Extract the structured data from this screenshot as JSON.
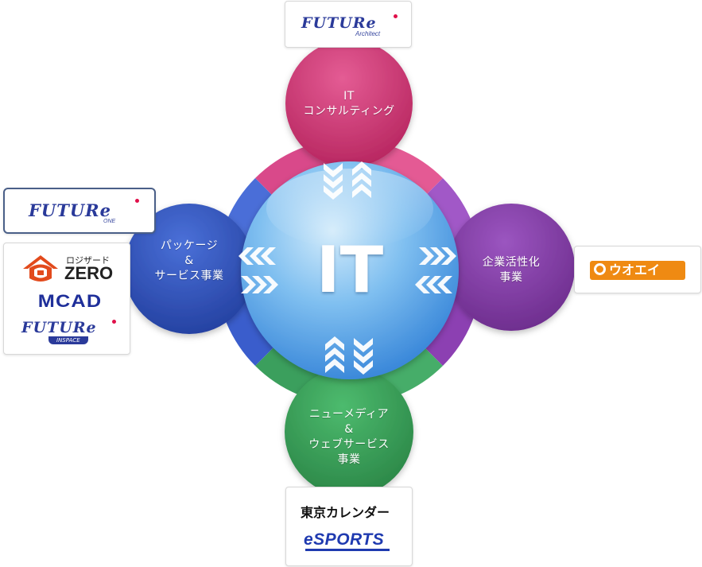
{
  "center": {
    "label": "IT"
  },
  "nodes": {
    "top": {
      "lines": [
        "IT",
        "コンサルティング"
      ],
      "color": "#d33a78"
    },
    "left": {
      "lines": [
        "パッケージ",
        "&",
        "サービス事業"
      ],
      "color": "#3556c6"
    },
    "right": {
      "lines": [
        "企業活性化",
        "事業"
      ],
      "color": "#8a3cad"
    },
    "bottom": {
      "lines": [
        "ニューメディア",
        "&",
        "ウェブサービス",
        "事業"
      ],
      "color": "#3aa85c"
    }
  },
  "logos": {
    "future_architect": {
      "name": "FUTURe",
      "sub": "Architect"
    },
    "future_one": {
      "name": "FUTURe",
      "sub": "ONE"
    },
    "logizard_zero": {
      "name_ja": "ロジザード",
      "name": "ZERO"
    },
    "mcad": {
      "name": "MCAD"
    },
    "future_inspace": {
      "name": "FUTURe",
      "sub": "INSPACE"
    },
    "uoei": {
      "name": "ウオエイ"
    },
    "tokyo_calendar": {
      "name": "東京カレンダー"
    },
    "esports": {
      "name": "eSPORTS"
    }
  }
}
